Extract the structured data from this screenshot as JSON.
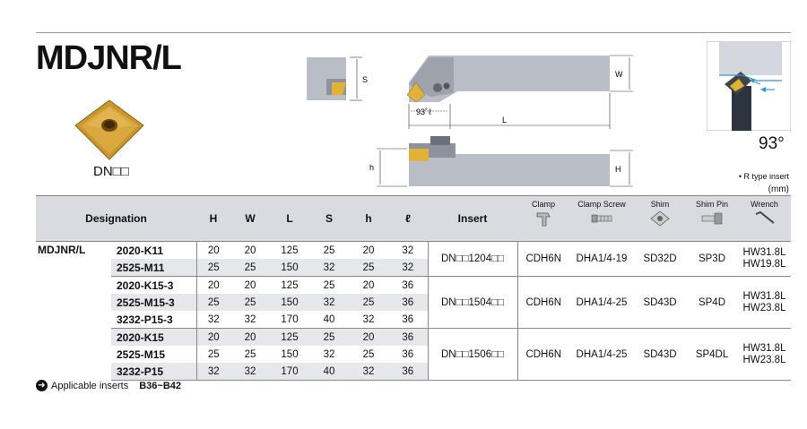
{
  "title": "MDJNR/L",
  "insert_code": "DN□□",
  "angle_label": "93°",
  "notes": {
    "r_type": "• R type insert",
    "unit": "(mm)"
  },
  "drawing_labels": {
    "S": "S",
    "W": "W",
    "L": "L",
    "ell": "ℓ",
    "angle": "93˚",
    "h": "h",
    "H": "H"
  },
  "table": {
    "headers": {
      "designation": "Designation",
      "H": "H",
      "W": "W",
      "L": "L",
      "S": "S",
      "h": "h",
      "ell": "ℓ",
      "insert": "Insert",
      "clamp": "Clamp",
      "clamp_screw": "Clamp Screw",
      "shim": "Shim",
      "shim_pin": "Shim Pin",
      "wrench": "Wrench"
    },
    "family": "MDJNR/L",
    "groups": [
      {
        "insert": "DN□□1204□□",
        "clamp": "CDH6N",
        "clamp_screw": "DHA1/4-19",
        "shim": "SD32D",
        "shim_pin": "SP3D",
        "wrench": [
          "HW31.8L",
          "HW19.8L"
        ],
        "rows": [
          {
            "code": "2020-K11",
            "H": "20",
            "W": "20",
            "L": "125",
            "S": "25",
            "h": "20",
            "ell": "32"
          },
          {
            "code": "2525-M11",
            "H": "25",
            "W": "25",
            "L": "150",
            "S": "32",
            "h": "25",
            "ell": "32"
          }
        ]
      },
      {
        "insert": "DN□□1504□□",
        "clamp": "CDH6N",
        "clamp_screw": "DHA1/4-25",
        "shim": "SD43D",
        "shim_pin": "SP4D",
        "wrench": [
          "HW31.8L",
          "HW23.8L"
        ],
        "rows": [
          {
            "code": "2020-K15-3",
            "H": "20",
            "W": "20",
            "L": "125",
            "S": "25",
            "h": "20",
            "ell": "36"
          },
          {
            "code": "2525-M15-3",
            "H": "25",
            "W": "25",
            "L": "150",
            "S": "32",
            "h": "25",
            "ell": "36"
          },
          {
            "code": "3232-P15-3",
            "H": "32",
            "W": "32",
            "L": "170",
            "S": "40",
            "h": "32",
            "ell": "36"
          }
        ]
      },
      {
        "insert": "DN□□1506□□",
        "clamp": "CDH6N",
        "clamp_screw": "DHA1/4-25",
        "shim": "SD43D",
        "shim_pin": "SP4DL",
        "wrench": [
          "HW31.8L",
          "HW23.8L"
        ],
        "rows": [
          {
            "code": "2020-K15",
            "H": "20",
            "W": "20",
            "L": "125",
            "S": "25",
            "h": "20",
            "ell": "36"
          },
          {
            "code": "2525-M15",
            "H": "25",
            "W": "25",
            "L": "150",
            "S": "32",
            "h": "25",
            "ell": "36"
          },
          {
            "code": "3232-P15",
            "H": "32",
            "W": "32",
            "L": "170",
            "S": "40",
            "h": "32",
            "ell": "36"
          }
        ]
      }
    ]
  },
  "footer": {
    "text": "Applicable inserts",
    "range": "B36~B42"
  }
}
